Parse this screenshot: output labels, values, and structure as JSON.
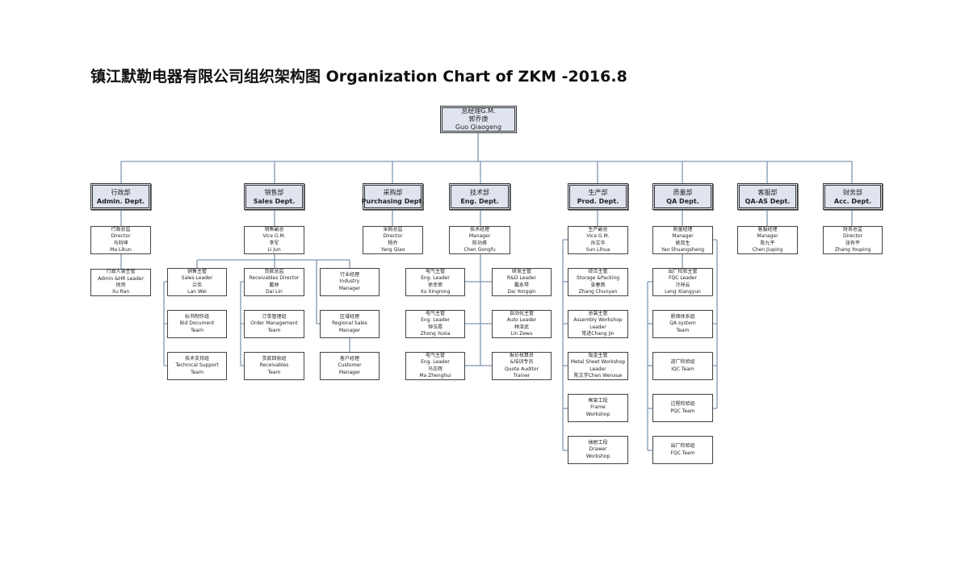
{
  "title": "镇江默勒电器有限公司组织架构图 Organization Chart of ZKM -2016.8",
  "nodes": [
    {
      "id": "gm",
      "lines": [
        "总经理G.M.",
        "郭乔庚",
        "Guo Qiaogeng"
      ]
    },
    {
      "id": "admin",
      "lines": [
        "行政部",
        "Admin. Dept."
      ]
    },
    {
      "id": "sales",
      "lines": [
        "销售部",
        "Sales Dept."
      ]
    },
    {
      "id": "purch",
      "lines": [
        "采购部",
        "Purchasing Dept."
      ]
    },
    {
      "id": "eng",
      "lines": [
        "技术部",
        "Eng. Dept."
      ]
    },
    {
      "id": "prod",
      "lines": [
        "生产部",
        "Prod. Dept."
      ]
    },
    {
      "id": "qa",
      "lines": [
        "质量部",
        "QA Dept."
      ]
    },
    {
      "id": "qaas",
      "lines": [
        "客服部",
        "QA-AS Dept."
      ]
    },
    {
      "id": "acc",
      "lines": [
        "财务部",
        "Acc. Dept."
      ]
    },
    {
      "id": "admin-dir",
      "lines": [
        "行政总监",
        "Director",
        "马利坤",
        "Ma Likun"
      ]
    },
    {
      "id": "admin-hr",
      "lines": [
        "行政人事主管",
        "Admin &HR Leader",
        "徐然",
        "Xu Ran"
      ]
    },
    {
      "id": "sales-vgm",
      "lines": [
        "销售副总",
        "Vice G.M.",
        "李军",
        "Li Jun"
      ]
    },
    {
      "id": "sales-leader",
      "lines": [
        "销售主管",
        "Sales Leader",
        "兰伟",
        "Lan Wei"
      ]
    },
    {
      "id": "bid-team",
      "lines": [
        "标书制作组",
        "Bid Document",
        "Team"
      ]
    },
    {
      "id": "tech-support",
      "lines": [
        "技术支持组",
        "Technical Support",
        "Team"
      ]
    },
    {
      "id": "recv-dir",
      "lines": [
        "货款总监",
        "Receivables Director",
        "戴林",
        "Dai Lin"
      ]
    },
    {
      "id": "order-team",
      "lines": [
        "订单管理组",
        "Order Management",
        "Team"
      ]
    },
    {
      "id": "recv-team",
      "lines": [
        "货款回收组",
        "Receivables",
        "Team"
      ]
    },
    {
      "id": "industry-mgr",
      "lines": [
        "行业经理",
        "Industry",
        "Manager"
      ]
    },
    {
      "id": "regional-mgr",
      "lines": [
        "区域经理",
        "Regional Sales",
        "Manager"
      ]
    },
    {
      "id": "customer-mgr",
      "lines": [
        "客户经理",
        "Customer",
        "Manager"
      ]
    },
    {
      "id": "purch-dir",
      "lines": [
        "采购总监",
        "Director",
        "杨乔",
        "Yang Qiao"
      ]
    },
    {
      "id": "eng-mgr",
      "lines": [
        "技术经理",
        "Manager",
        "陈功甫",
        "Chen Gongfu"
      ]
    },
    {
      "id": "eng-l1",
      "lines": [
        "电气主管",
        "Eng. Leader",
        "徐幸荣",
        "Xu Xingrong"
      ]
    },
    {
      "id": "eng-l2",
      "lines": [
        "电气主管",
        "Eng. Leader",
        "钟玉霞",
        "Zhong Yuxia"
      ]
    },
    {
      "id": "eng-l3",
      "lines": [
        "电气主管",
        "Eng. Leader",
        "马正辉",
        "Ma Zhenghui"
      ]
    },
    {
      "id": "rd-leader",
      "lines": [
        "研发主管",
        "R&D Leader",
        "戴永琴",
        "Dai Yongqin"
      ]
    },
    {
      "id": "auto-leader",
      "lines": [
        "自动化主管",
        "Auto Leader",
        "林泽武",
        "Lin Zewu"
      ]
    },
    {
      "id": "quote",
      "lines": [
        "报价核算员",
        "&培训专员",
        "Quote Auditor",
        "Trainer"
      ]
    },
    {
      "id": "prod-vgm",
      "lines": [
        "生产副总",
        "Vice G.M.",
        "孙立华",
        "Sun Lihua"
      ]
    },
    {
      "id": "storage",
      "lines": [
        "综合主管",
        "Storage &Packing",
        "张春燕",
        "Zhang Chunyan"
      ]
    },
    {
      "id": "assembly",
      "lines": [
        "总装主管",
        "Assembly Workshop",
        "Leader",
        "常进Chang Jin"
      ]
    },
    {
      "id": "metal",
      "lines": [
        "钣金主管",
        "Metal Sheet Workshop",
        "Leader",
        "陈文学Chen Wenxue"
      ]
    },
    {
      "id": "frame",
      "lines": [
        "框架工段",
        "Frame",
        "Workshop"
      ]
    },
    {
      "id": "drawer",
      "lines": [
        "抽屉工段",
        "Drawer",
        "Workshop"
      ]
    },
    {
      "id": "qa-mgr",
      "lines": [
        "质量经理",
        "Manager",
        "姚双生",
        "Yao Shuangsheng"
      ]
    },
    {
      "id": "fqc-leader",
      "lines": [
        "出厂检验主管",
        "FQC Leader",
        "冷祥云",
        "Leng Xiangyun"
      ]
    },
    {
      "id": "qa-system",
      "lines": [
        "质保体系组",
        "QA system",
        "Team"
      ]
    },
    {
      "id": "iqc",
      "lines": [
        "进厂检验组",
        "IQC Team"
      ]
    },
    {
      "id": "pqc",
      "lines": [
        "过程检验组",
        "PQC Team"
      ]
    },
    {
      "id": "fqc",
      "lines": [
        "出厂检验组",
        "FQC Team"
      ]
    },
    {
      "id": "qaas-mgr",
      "lines": [
        "客服经理",
        "Manager",
        "陈九平",
        "Chen Jiuping"
      ]
    },
    {
      "id": "acc-dir",
      "lines": [
        "财务总监",
        "Director",
        "张有平",
        "Zhang Youping"
      ]
    }
  ],
  "colors": {
    "connector": "#7f97b2",
    "dept_fill": "#dfe4ef"
  }
}
